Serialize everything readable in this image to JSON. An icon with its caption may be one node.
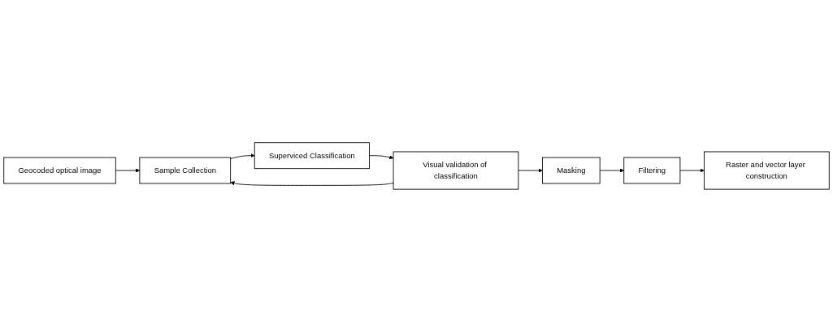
{
  "diagram": {
    "nodes": [
      {
        "text": [
          "Geocoded optical image"
        ]
      },
      {
        "text": [
          "Sample Collection"
        ]
      },
      {
        "text": [
          "Superviced Classification"
        ]
      },
      {
        "text": [
          "Visual validation of classification"
        ]
      },
      {
        "text": [
          "Masking"
        ]
      },
      {
        "text": [
          "Filtering"
        ]
      },
      {
        "text": [
          "Raster and vector layer construction"
        ]
      }
    ],
    "edges": [
      {
        "from": 0,
        "to": 1,
        "arrow": "to"
      },
      {
        "from": 1,
        "to": 2,
        "arrow": "to"
      },
      {
        "from": 2,
        "to": 3,
        "arrow": "to"
      },
      {
        "from": 3,
        "to": 1,
        "arrow": "to"
      },
      {
        "from": 3,
        "to": 4,
        "arrow": "to"
      },
      {
        "from": 4,
        "to": 5,
        "arrow": "to"
      },
      {
        "from": 5,
        "to": 6,
        "arrow": "to"
      }
    ]
  }
}
